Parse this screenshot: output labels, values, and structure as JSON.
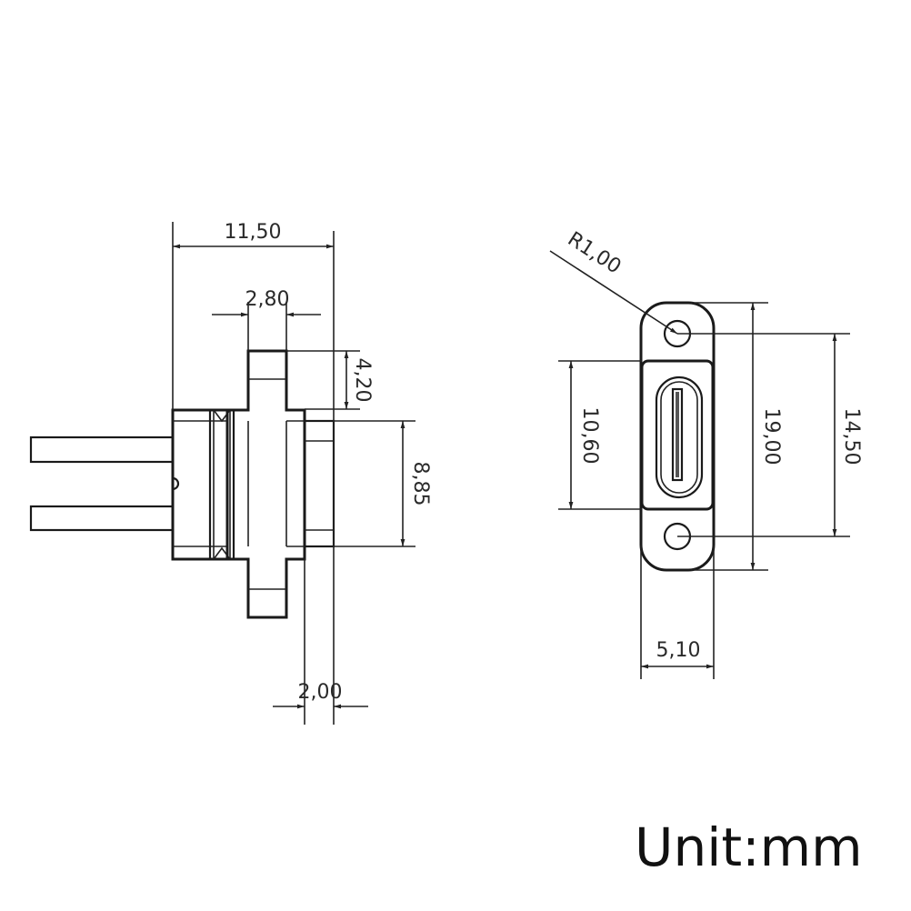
{
  "side_view": {
    "dim_overall_length": "11,50",
    "dim_tab_width": "2,80",
    "dim_tab_height": "4,20",
    "dim_body_height": "8,85",
    "dim_flange_thickness": "2,00"
  },
  "front_view": {
    "dim_radius": "R1,00",
    "dim_port_height": "10,60",
    "dim_overall_height": "19,00",
    "dim_hole_spacing": "14,50",
    "dim_width": "5,10"
  },
  "unit_label": "Unit:mm"
}
